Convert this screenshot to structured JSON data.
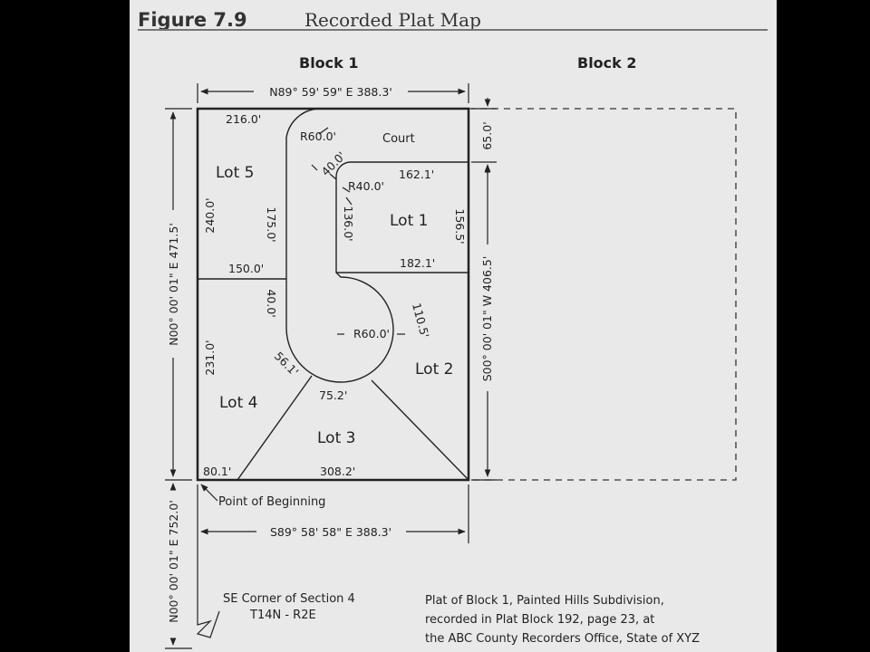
{
  "figure": {
    "number": "Figure 7.9",
    "title": "Recorded Plat Map"
  },
  "blocks": {
    "block1": "Block 1",
    "block2": "Block 2"
  },
  "bearings": {
    "top": "N89° 59' 59\" E 388.3'",
    "bottom": "S89° 58' 58\" E 388.3'",
    "left": "N00° 00' 01\" E 471.5'",
    "right": "S00° 00' 01\" W 406.5'",
    "lower_left": "N00° 00' 01\" E 752.0'"
  },
  "lots": {
    "lot1": "Lot 1",
    "lot2": "Lot 2",
    "lot3": "Lot 3",
    "lot4": "Lot 4",
    "lot5": "Lot 5"
  },
  "court": "Court",
  "dimensions": {
    "d216": "216.0'",
    "r60_top": "R60.0'",
    "d40_diag": "40.0'",
    "r40": "R40.0'",
    "d162": "162.1'",
    "d65": "65.0'",
    "d240": "240.0'",
    "d175": "175.0'",
    "d136": "136.0'",
    "d156": "156.5'",
    "d150": "150.0'",
    "d182": "182.1'",
    "d40_vert": "40.0'",
    "d110": "110.5'",
    "r60_mid": "R60.0'",
    "d231": "231.0'",
    "d56": "56.1'",
    "d75": "75.2'",
    "d80": "80.1'",
    "d308": "308.2'"
  },
  "point_of_beginning": "Point of Beginning",
  "se_corner": {
    "line1": "SE Corner of Section 4",
    "line2": "T14N - R2E"
  },
  "note": {
    "line1": "Plat of Block 1, Painted Hills Subdivision,",
    "line2": "recorded in Plat Block 192, page 23, at",
    "line3": "the ABC County Recorders Office, State of XYZ"
  }
}
